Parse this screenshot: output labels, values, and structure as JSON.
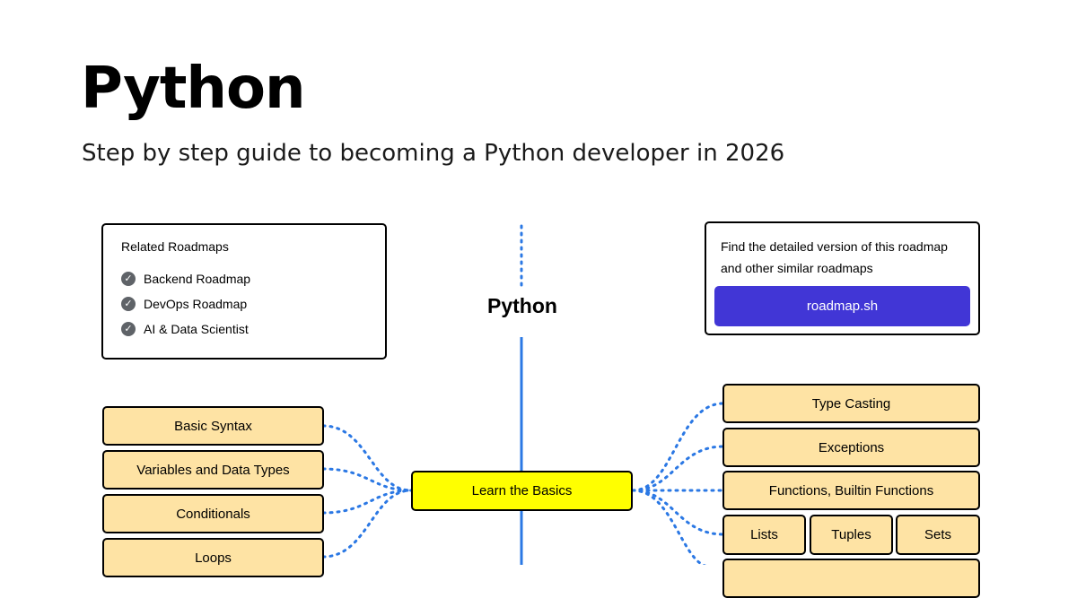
{
  "header": {
    "title": "Python",
    "subtitle": "Step by step guide to becoming a Python developer in 2026"
  },
  "related": {
    "heading": "Related Roadmaps",
    "items": [
      "Backend Roadmap",
      "DevOps Roadmap",
      "AI & Data Scientist"
    ]
  },
  "promo": {
    "text": "Find the detailed version of this roadmap and other similar roadmaps",
    "button_label": "roadmap.sh"
  },
  "roadmap": {
    "center_label": "Python",
    "main_topic": "Learn the Basics",
    "left_topics": [
      "Basic Syntax",
      "Variables and Data Types",
      "Conditionals",
      "Loops"
    ],
    "right_topics": [
      "Type Casting",
      "Exceptions",
      "Functions, Builtin Functions"
    ],
    "right_row_topics": [
      "Lists",
      "Tuples",
      "Sets"
    ]
  },
  "colors": {
    "accent": "#4136d6",
    "topic_fill": "#fee3a4",
    "main_topic_fill": "#ffff00",
    "connector": "#2b78e4",
    "check": "#5f6368"
  }
}
